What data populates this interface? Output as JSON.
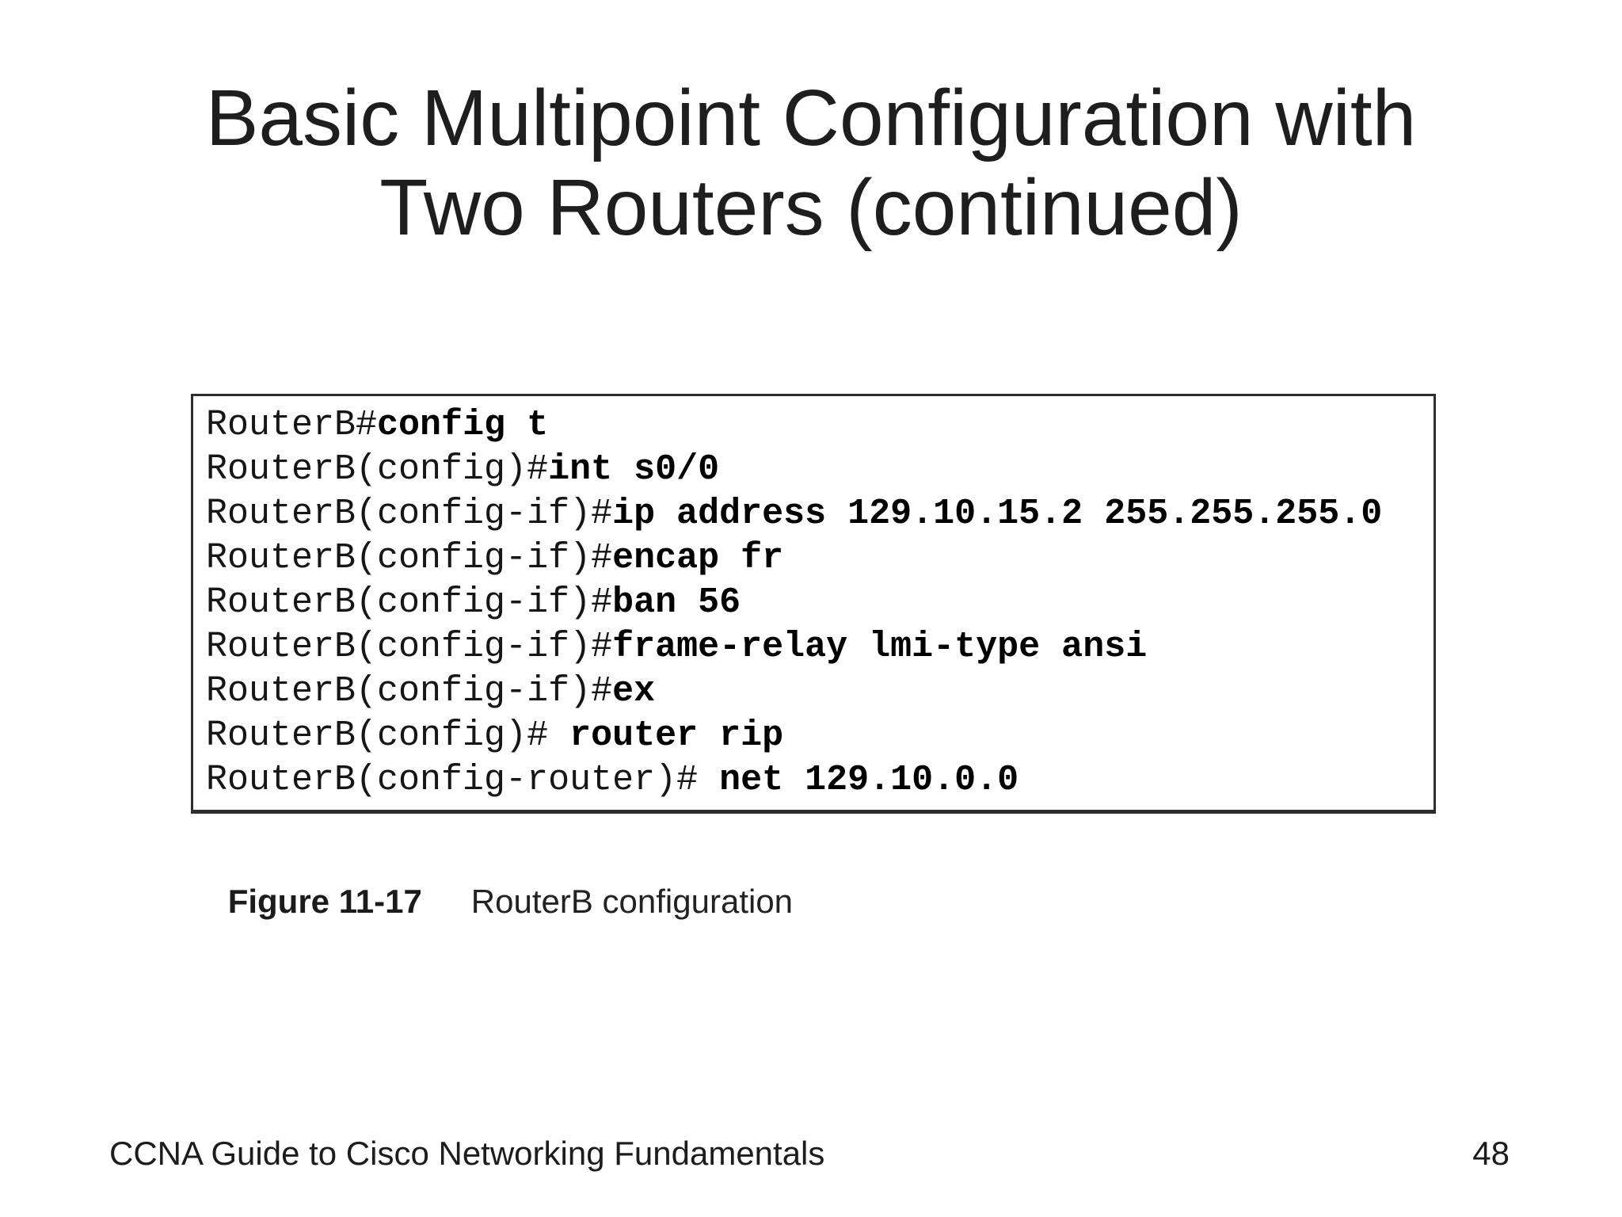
{
  "slide": {
    "title_line1": "Basic Multipoint Configuration with",
    "title_line2": "Two Routers (continued)",
    "footer_left": "CCNA Guide to Cisco Networking Fundamentals",
    "page_number": "48"
  },
  "figure": {
    "label": "Figure 11-17",
    "caption": "RouterB configuration",
    "terminal_lines": [
      {
        "prompt": "RouterB#",
        "command": "config t"
      },
      {
        "prompt": "RouterB(config)#",
        "command": "int s0/0"
      },
      {
        "prompt": "RouterB(config-if)#",
        "command": "ip address 129.10.15.2 255.255.255.0"
      },
      {
        "prompt": "RouterB(config-if)#",
        "command": "encap fr"
      },
      {
        "prompt": "RouterB(config-if)#",
        "command": "ban 56"
      },
      {
        "prompt": "RouterB(config-if)#",
        "command": "frame-relay lmi-type ansi"
      },
      {
        "prompt": "RouterB(config-if)#",
        "command": "ex"
      },
      {
        "prompt": "RouterB(config)# ",
        "command": "router rip"
      },
      {
        "prompt": "RouterB(config-router)# ",
        "command": "net 129.10.0.0"
      }
    ]
  },
  "colors": {
    "text": "#1e1e1e",
    "code_text": "#161616",
    "border": "#2e2e2e",
    "background": "#ffffff"
  }
}
